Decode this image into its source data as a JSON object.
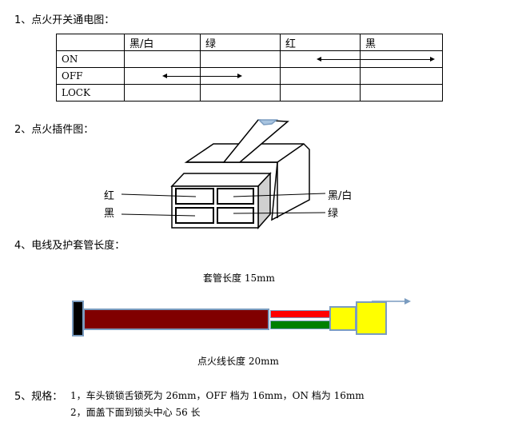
{
  "section1": {
    "title": "1、点火开关通电图：",
    "table": {
      "headers": [
        "",
        "黑/白",
        "绿",
        "红",
        "黑"
      ],
      "rows": [
        {
          "label": "ON",
          "connects": [
            "红",
            "黑"
          ]
        },
        {
          "label": "OFF",
          "connects": [
            "黑/白",
            "绿"
          ]
        },
        {
          "label": "LOCK",
          "connects": []
        }
      ]
    }
  },
  "section2": {
    "title": "2、点火插件图：",
    "labels": {
      "top_left": "红",
      "bottom_left": "黑",
      "top_right": "黑/白",
      "bottom_right": "绿"
    }
  },
  "section4": {
    "title": "4、电线及护套管长度：",
    "sleeve_label": "套管长度 15mm",
    "wire_label": "点火线长度 20mm",
    "colors": {
      "end_cap": "#000000",
      "sleeve": "#800000",
      "wire1": "#ff0000",
      "wire2": "#008000",
      "connector": "#ffff00",
      "outline": "#7a9cc0"
    }
  },
  "section5": {
    "title": "5、规格：",
    "lines": [
      "1，车头锁锁舌锁死为 26mm，OFF 档为 16mm，ON 档为 16mm",
      "2，面盖下面到锁头中心 56 长"
    ]
  }
}
